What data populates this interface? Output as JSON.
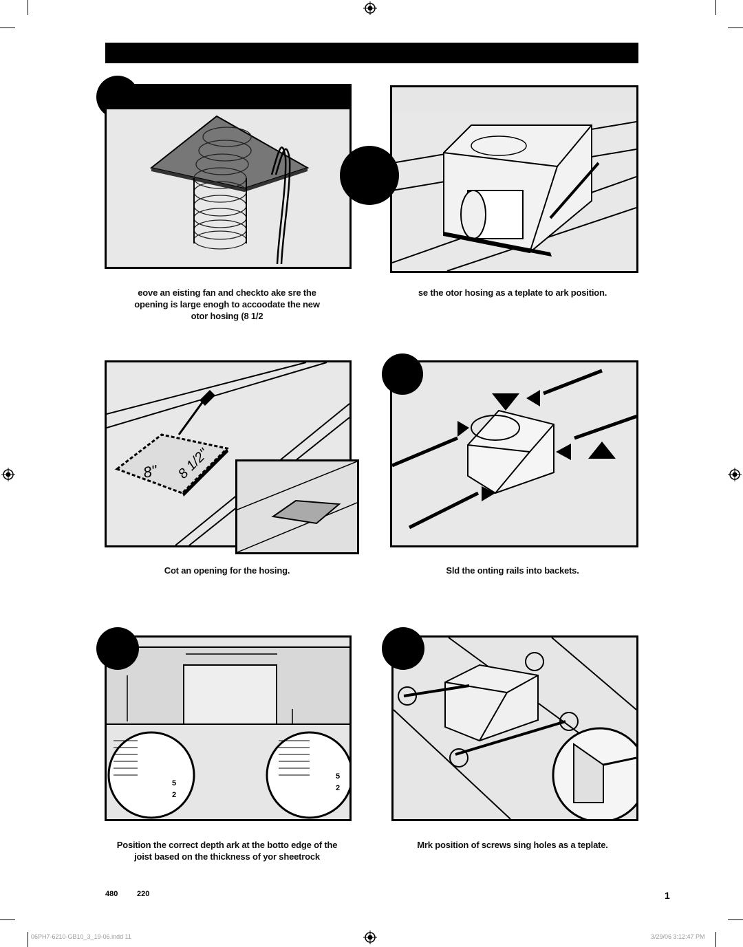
{
  "page": {
    "number": "1",
    "model_left": "480",
    "model_right": "220"
  },
  "slug": {
    "left": "06PH7-6210-GB10_3_19-06.indd 11",
    "right": "3/29/06 3:12:47 PM"
  },
  "captions": {
    "step1": [
      "eove an eisting fan and checkto ake sre the",
      "opening is large enogh to accoodate the new",
      "otor hosing (8 1/2"
    ],
    "step2": [
      "se the otor hosing as a teplate to ark position."
    ],
    "step3": [
      "Cot an opening for the hosing."
    ],
    "step4": [
      "Sld the onting rails into backets."
    ],
    "step5": [
      "Position the correct depth ark at the botto edge of the",
      "joist based on the thickness of yor sheetrock"
    ],
    "step6": [
      "Mrk position of screws sing holes as a teplate."
    ]
  },
  "dimensions": {
    "width": "8\"",
    "length": "8 1/2\""
  },
  "depth_marks": [
    "5",
    "2"
  ],
  "icons": [
    "registration-mark-icon",
    "crop-mark-icon",
    "arrow-down-icon",
    "arrow-up-icon",
    "arrow-right-icon",
    "arrow-left-icon"
  ]
}
